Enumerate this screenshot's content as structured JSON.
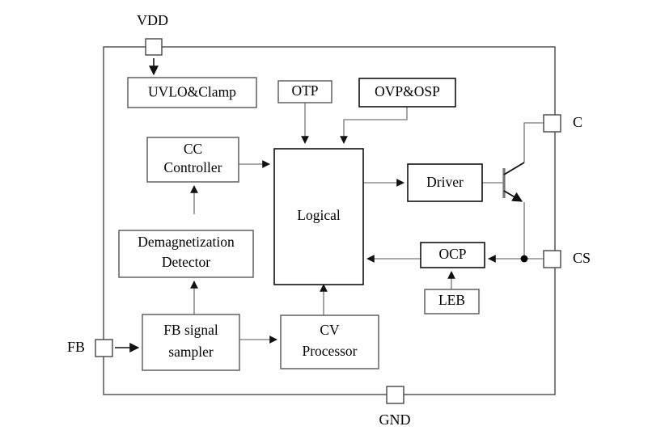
{
  "diagram": {
    "title": "Power management IC internal block diagram",
    "background_color": "#ffffff",
    "line_color": "#777777",
    "box_stroke_color": "#555555",
    "text_color": "#000000"
  },
  "pins": [
    {
      "id": "vdd",
      "label": "VDD",
      "side": "top"
    },
    {
      "id": "c",
      "label": "C",
      "side": "right"
    },
    {
      "id": "cs",
      "label": "CS",
      "side": "right"
    },
    {
      "id": "fb",
      "label": "FB",
      "side": "left"
    },
    {
      "id": "gnd",
      "label": "GND",
      "side": "bottom"
    }
  ],
  "blocks": [
    {
      "id": "uvlo",
      "label": "UVLO&Clamp",
      "lines": [
        "UVLO&Clamp"
      ]
    },
    {
      "id": "otp",
      "label": "OTP",
      "lines": [
        "OTP"
      ]
    },
    {
      "id": "ovp",
      "label": "OVP&OSP",
      "lines": [
        "OVP&OSP"
      ]
    },
    {
      "id": "cc",
      "label": "CC Controller",
      "lines": [
        "CC",
        "Controller"
      ]
    },
    {
      "id": "demag",
      "label": "Demagnetization Detector",
      "lines": [
        "Demagnetization",
        "Detector"
      ]
    },
    {
      "id": "logical",
      "label": "Logical",
      "lines": [
        "Logical"
      ]
    },
    {
      "id": "driver",
      "label": "Driver",
      "lines": [
        "Driver"
      ]
    },
    {
      "id": "ocp",
      "label": "OCP",
      "lines": [
        "OCP"
      ]
    },
    {
      "id": "leb",
      "label": "LEB",
      "lines": [
        "LEB"
      ]
    },
    {
      "id": "fbsamp",
      "label": "FB signal sampler",
      "lines": [
        "FB signal",
        "sampler"
      ]
    },
    {
      "id": "cvproc",
      "label": "CV Processor",
      "lines": [
        "CV",
        "Processor"
      ]
    }
  ],
  "components": [
    {
      "id": "npn",
      "type": "npn-transistor",
      "label": ""
    }
  ],
  "labels": {
    "uvlo_l1": "UVLO&Clamp",
    "otp_l1": "OTP",
    "ovp_l1": "OVP&OSP",
    "cc_l1": "CC",
    "cc_l2": "Controller",
    "demag_l1": "Demagnetization",
    "demag_l2": "Detector",
    "logical_l1": "Logical",
    "driver_l1": "Driver",
    "ocp_l1": "OCP",
    "leb_l1": "LEB",
    "fbsamp_l1": "FB signal",
    "fbsamp_l2": "sampler",
    "cvproc_l1": "CV",
    "cvproc_l2": "Processor",
    "pin_vdd": "VDD",
    "pin_c": "C",
    "pin_cs": "CS",
    "pin_fb": "FB",
    "pin_gnd": "GND"
  }
}
